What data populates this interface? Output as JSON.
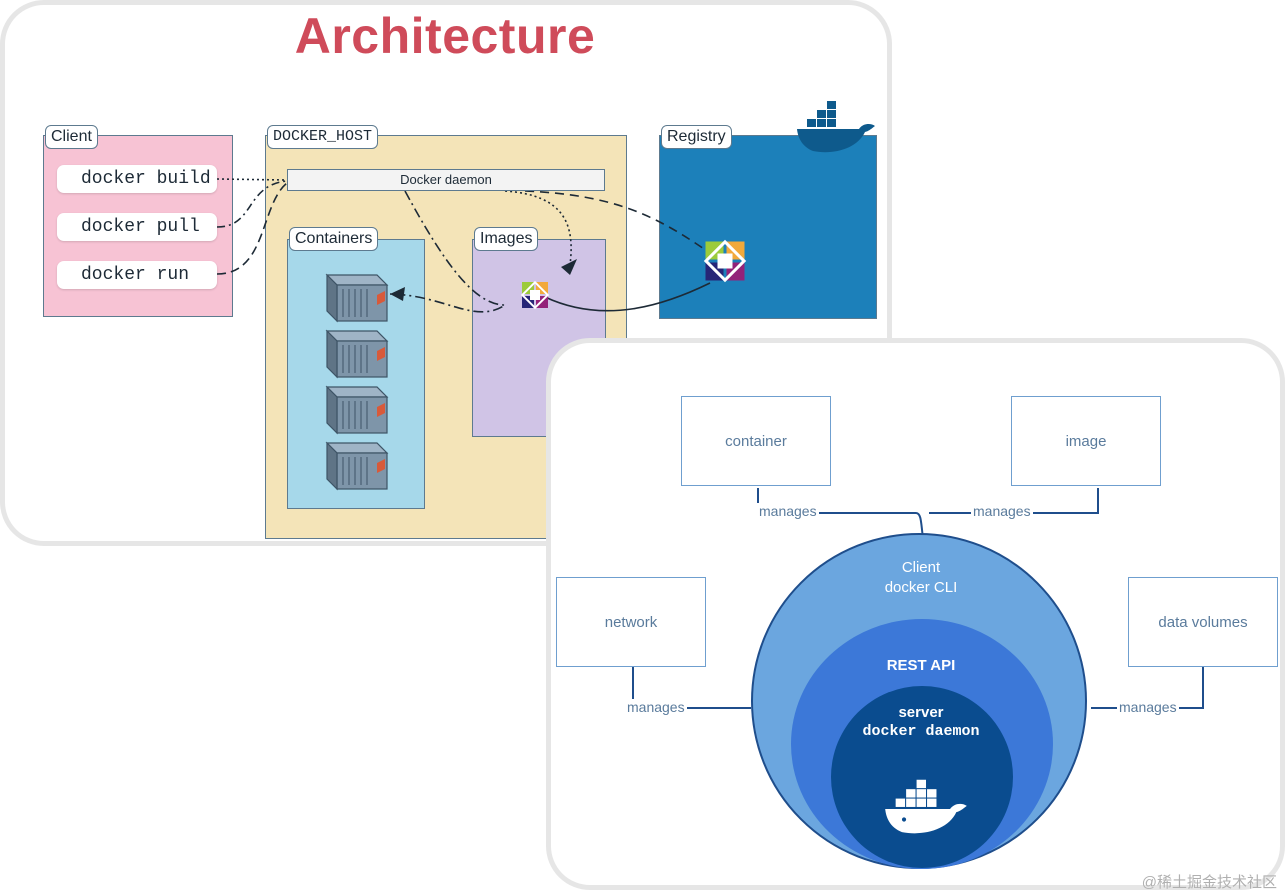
{
  "architecture": {
    "title": "Architecture",
    "client": {
      "label": "Client",
      "commands": [
        "docker build",
        "docker pull",
        "docker run"
      ]
    },
    "docker_host": {
      "label": "DOCKER_HOST",
      "daemon": "Docker daemon",
      "containers_label": "Containers",
      "images_label": "Images"
    },
    "registry": {
      "label": "Registry"
    },
    "colors": {
      "title": "#cf4b5a",
      "client_bg": "#f7c3d4",
      "host_bg": "#f4e4b8",
      "containers_bg": "#a6d8ea",
      "images_bg": "#d0c4e6",
      "registry_bg": "#1c80ba"
    }
  },
  "client_server": {
    "boxes": {
      "container": "container",
      "image": "image",
      "network": "network",
      "data_volumes": "data volumes"
    },
    "manages": "manages",
    "outer_circle": {
      "line1": "Client",
      "line2": "docker CLI"
    },
    "middle_circle": {
      "line1": "REST API"
    },
    "inner_circle": {
      "line1": "server",
      "line2": "docker daemon"
    },
    "colors": {
      "outer": "#6ba6df",
      "middle": "#3c78d8",
      "inner": "#0a4c8f",
      "line": "#1f4e8c"
    }
  },
  "watermark": "@稀土掘金技术社区"
}
